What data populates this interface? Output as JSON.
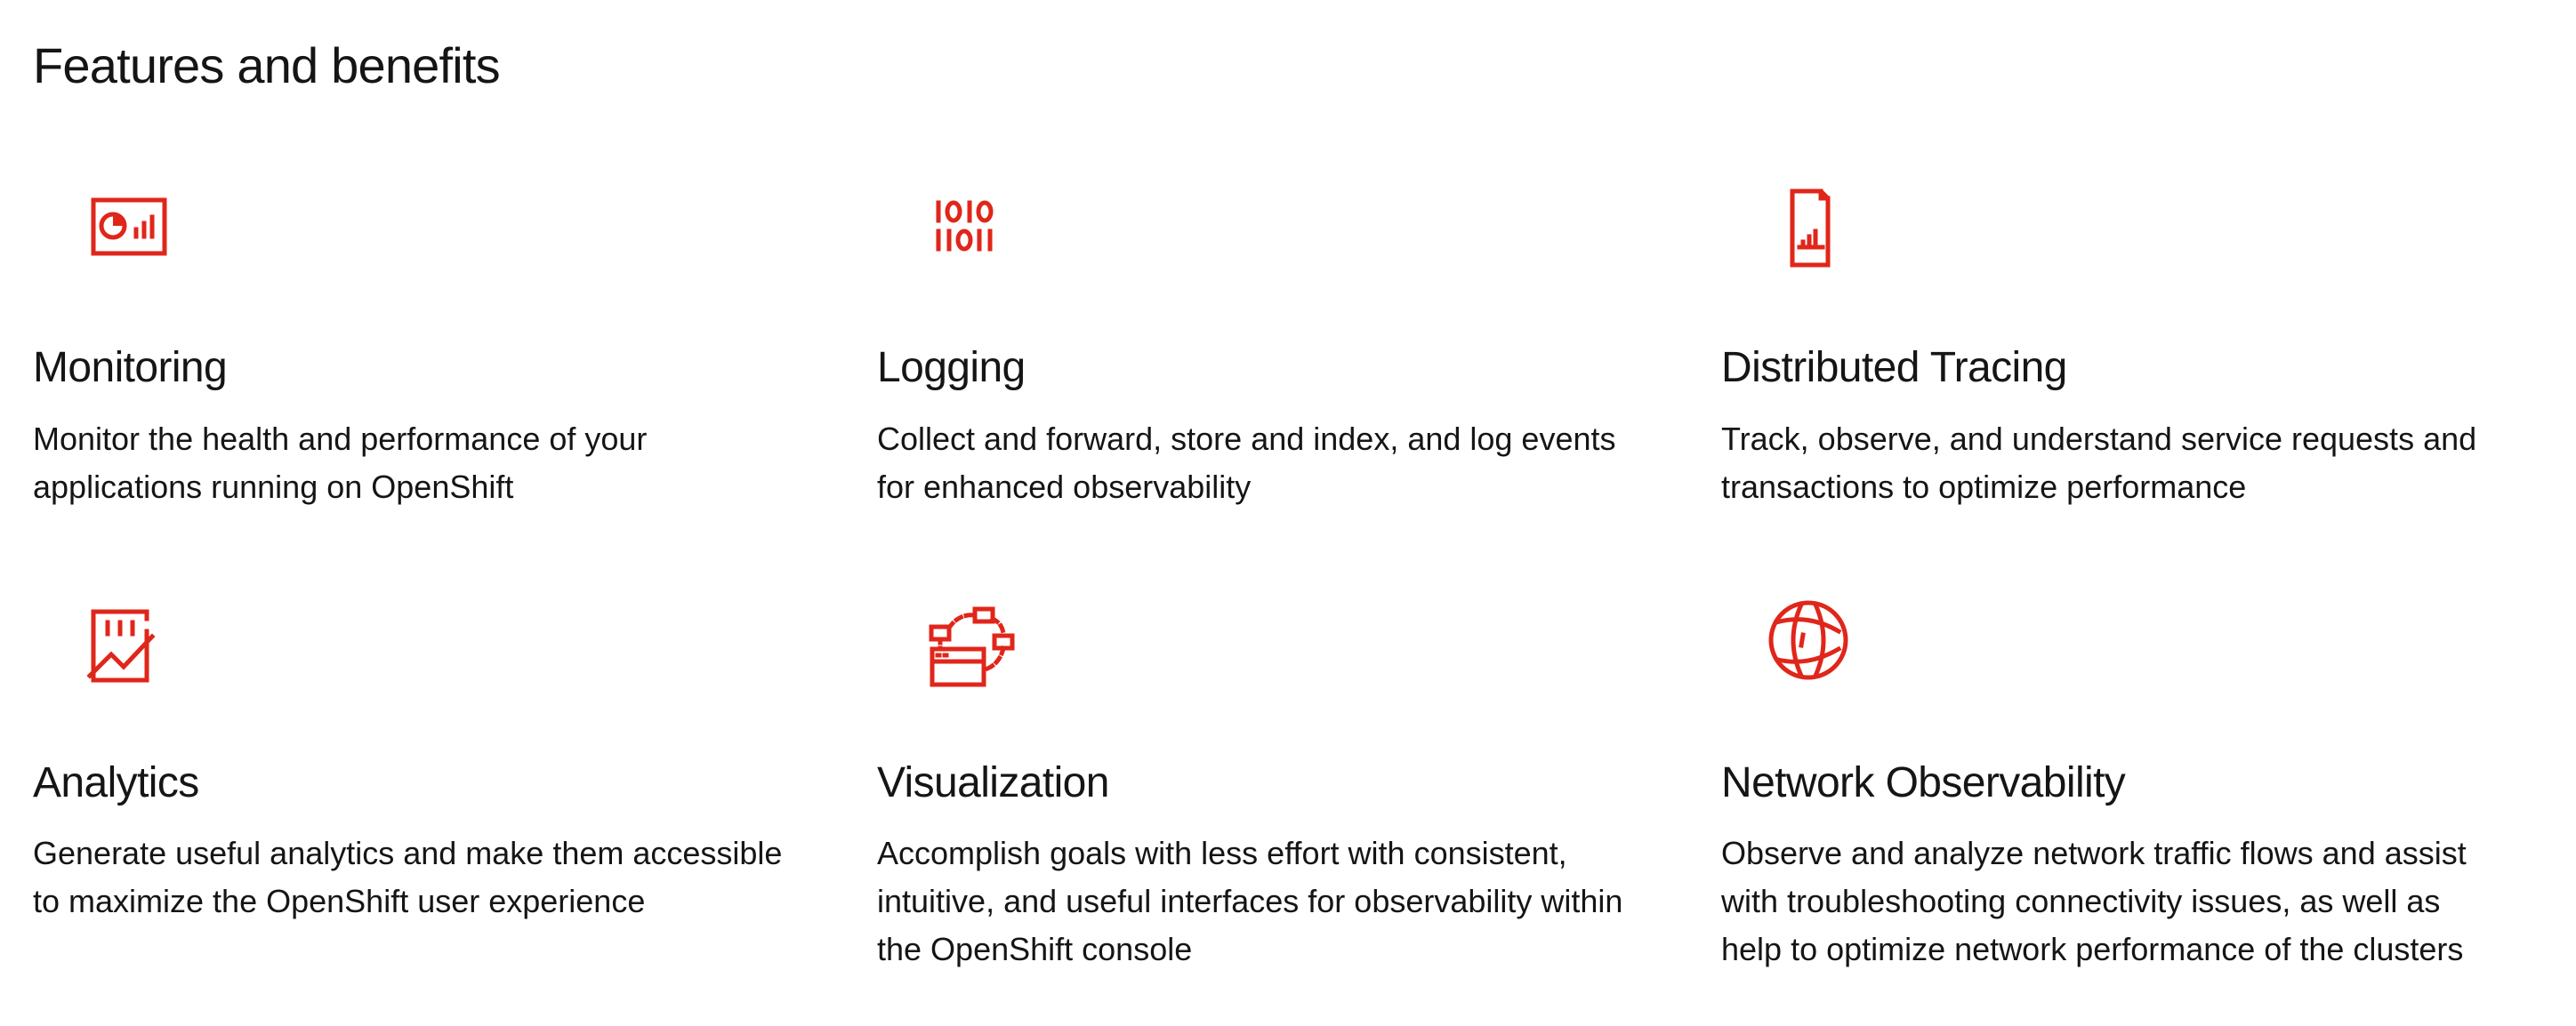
{
  "section": {
    "title": "Features and benefits"
  },
  "features": [
    {
      "icon": "dashboard-chart-icon",
      "title": "Monitoring",
      "description": "Monitor the health and performance of your applications running on OpenShift"
    },
    {
      "icon": "binary-data-icon",
      "title": "Logging",
      "description": "Collect and forward, store and index, and log events for enhanced observability"
    },
    {
      "icon": "document-chart-icon",
      "title": "Distributed Tracing",
      "description": "Track, observe, and understand service requests and transactions to optimize performance"
    },
    {
      "icon": "trend-analytics-icon",
      "title": "Analytics",
      "description": "Generate useful analytics and make them accessible to maximize the OpenShift user experience"
    },
    {
      "icon": "workflow-window-icon",
      "title": "Visualization",
      "description": "Accomplish goals with less effort with consistent, intuitive, and useful interfaces for observability within the OpenShift console"
    },
    {
      "icon": "network-globe-icon",
      "title": "Network Observability",
      "description": "Observe and analyze network traffic flows and assist with troubleshooting connectivity issues, as well as help to optimize network performance of the clusters"
    }
  ],
  "colors": {
    "accent": "#e0261a",
    "text": "#151515",
    "background": "#ffffff"
  }
}
